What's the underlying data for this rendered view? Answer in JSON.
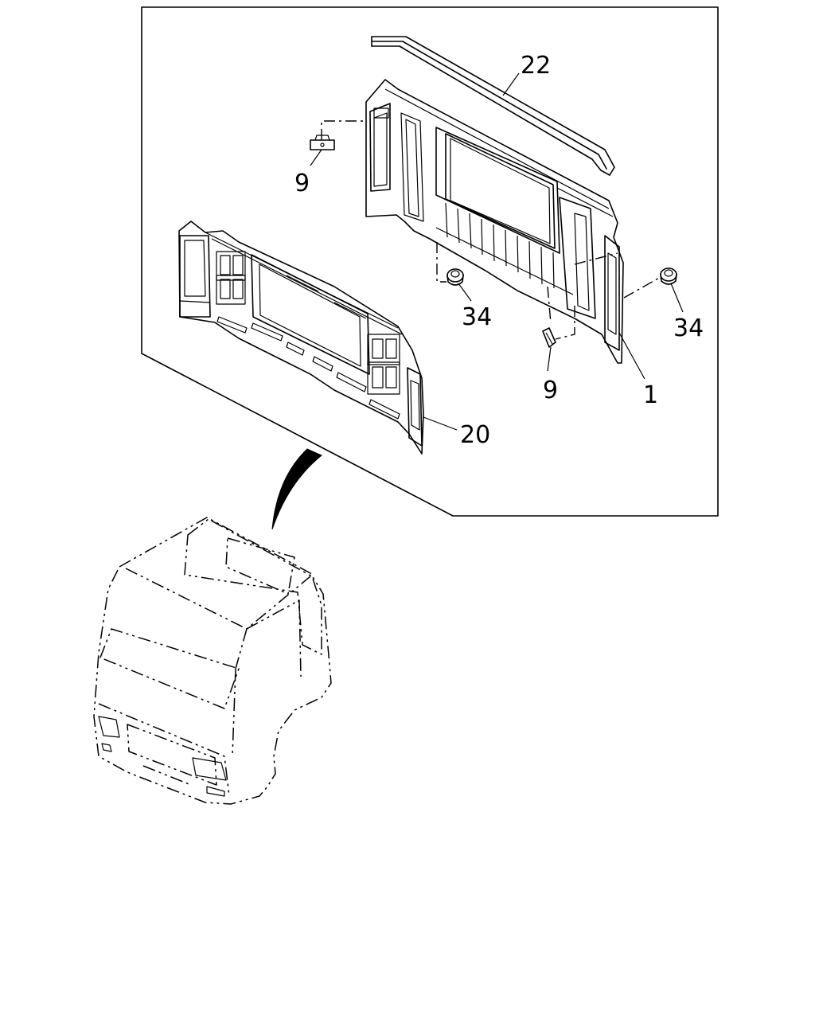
{
  "callouts": {
    "p22": "22",
    "p9_top": "9",
    "p34_left": "34",
    "p34_right": "34",
    "p9_bottom": "9",
    "p1": "1",
    "p20": "20"
  },
  "colors": {
    "line": "#000000",
    "background": "#ffffff"
  }
}
